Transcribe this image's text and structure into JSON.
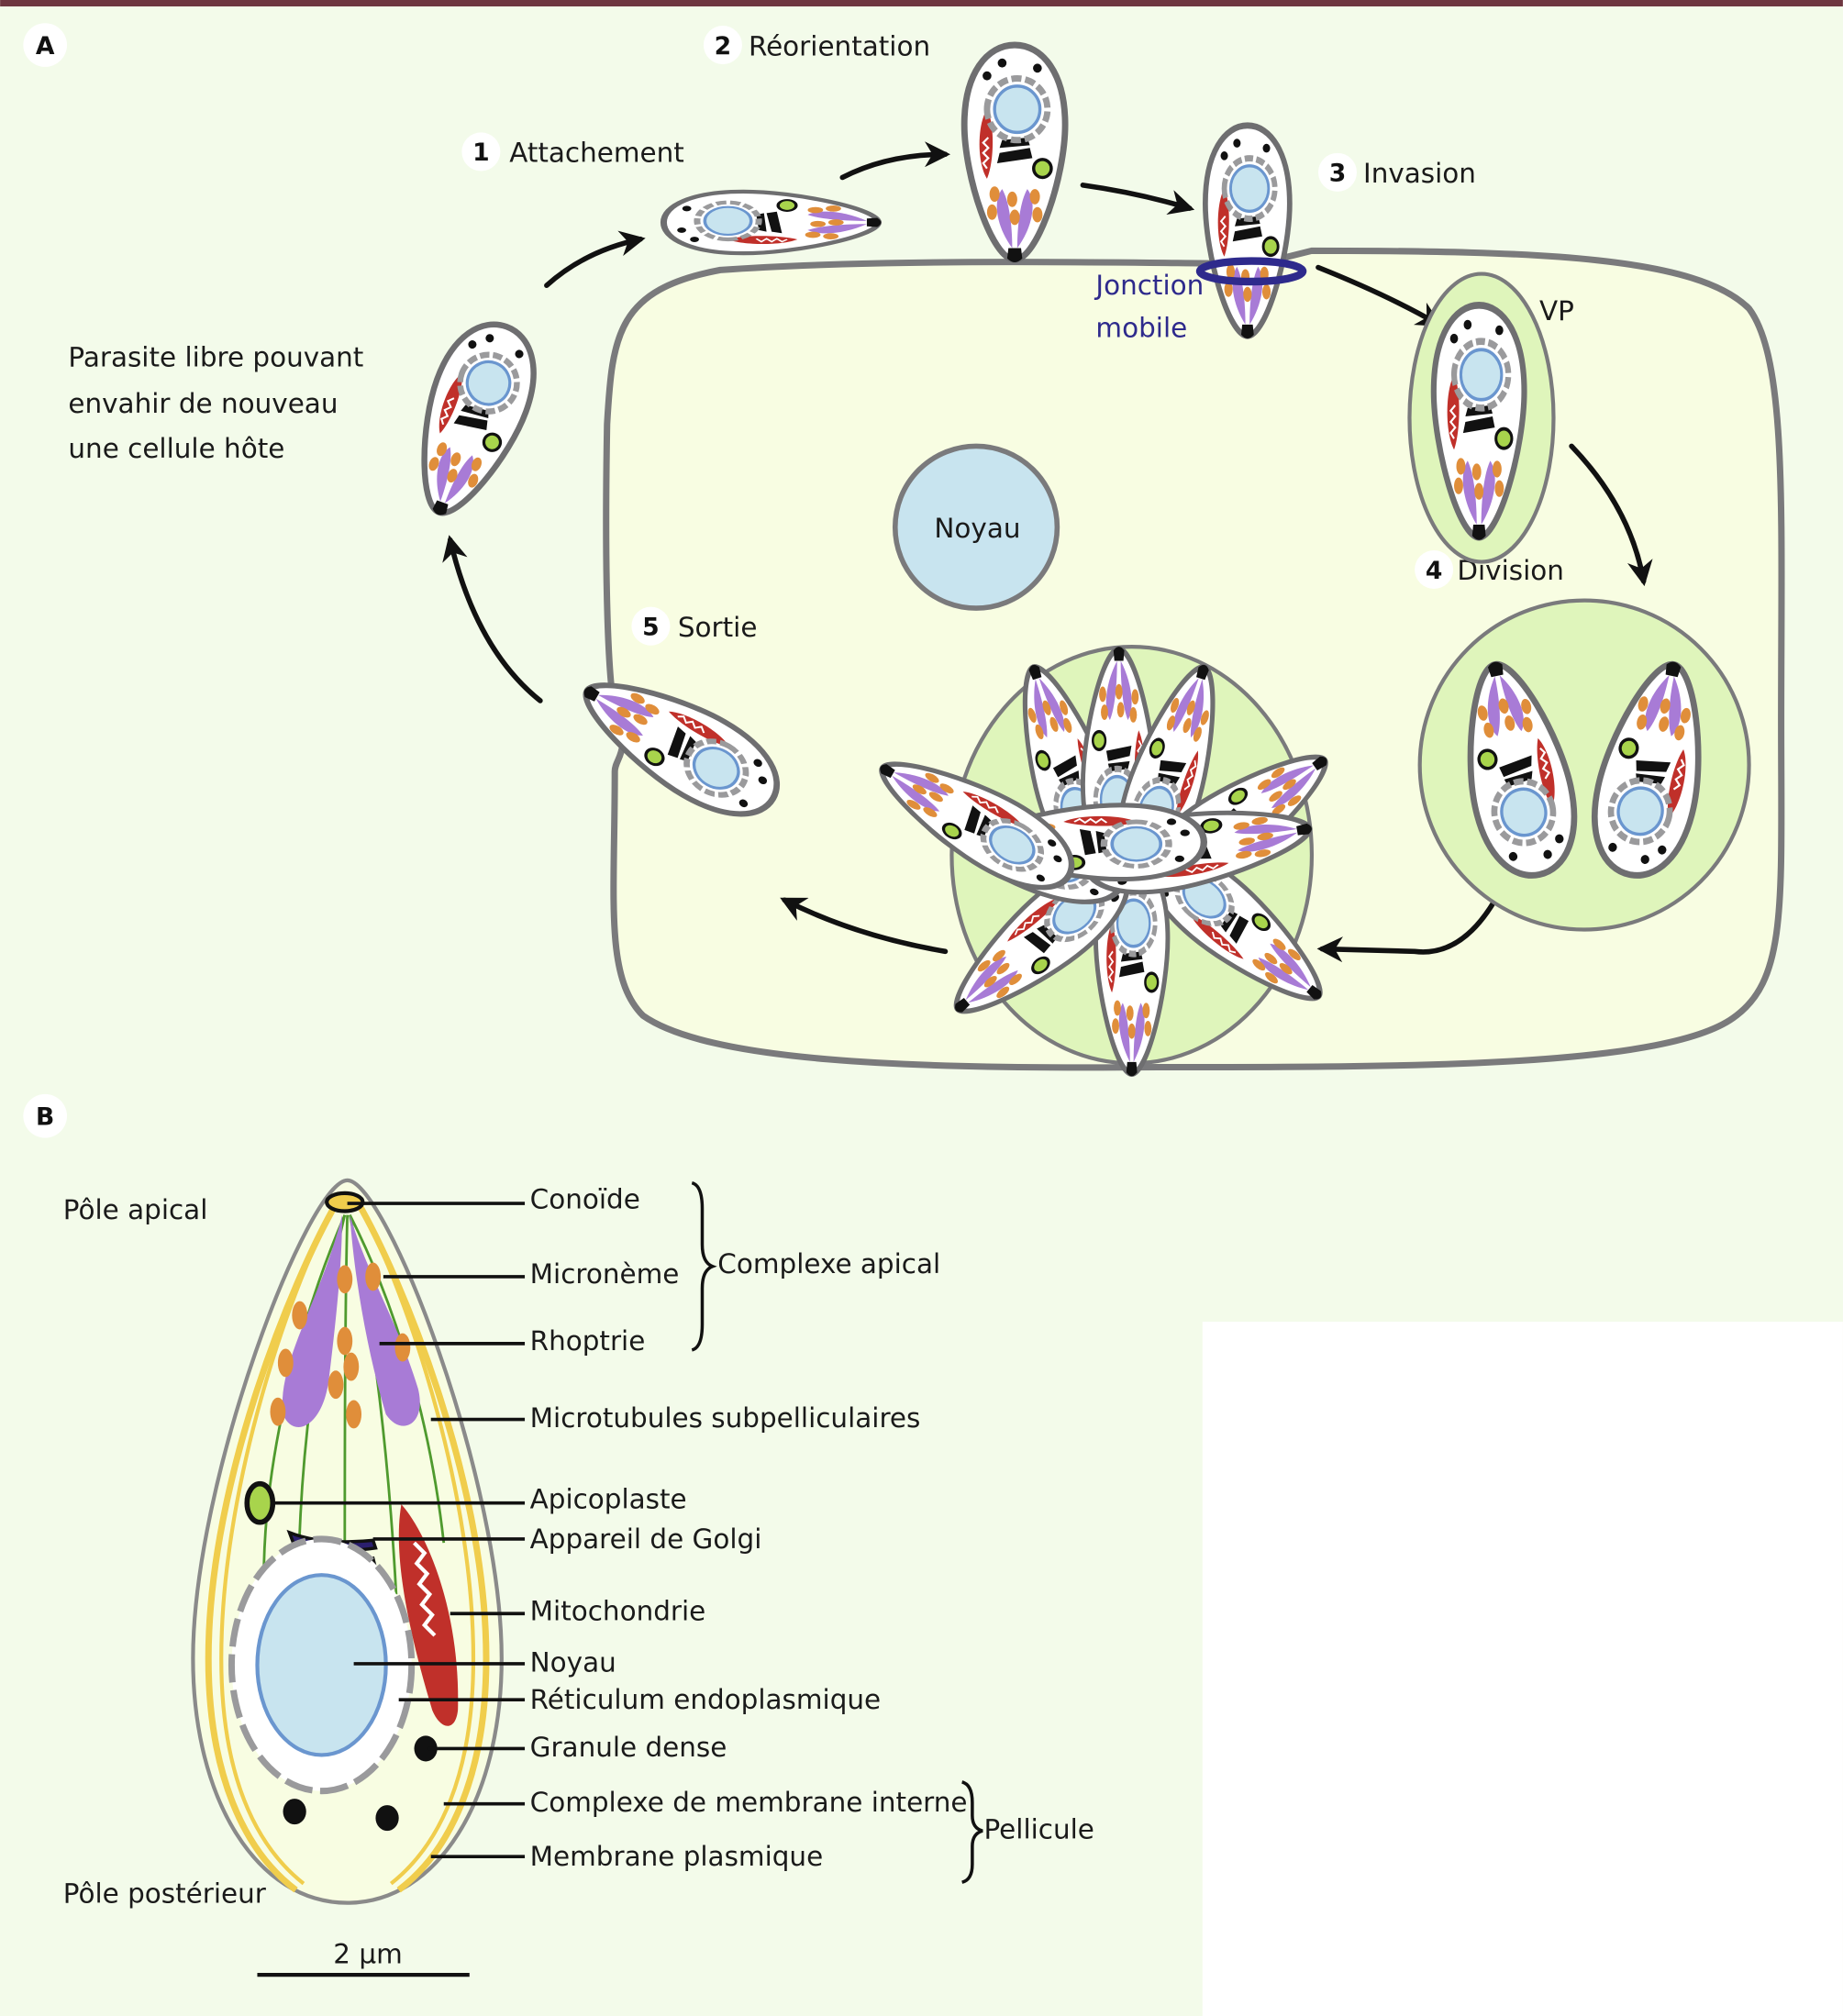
{
  "colors": {
    "top_bar": "#6e3640",
    "background": "#f3fbea",
    "host_cell_fill": "#f8fde2",
    "host_cell_stroke": "#7a7a7c",
    "host_nucleus": "#c8e4ef",
    "vacuole": "#dff5bb",
    "junction": "#2e2a8c",
    "rhoptry": "#a87bd6",
    "microneme": "#e08e3a",
    "mitochondrion": "#c0302a",
    "apicoplast": "#a8d44c",
    "golgi": "#2b1f6e",
    "pellicle": "#f0cd4c",
    "microtubules": "#4f9a2e",
    "er": "#9a9a9c"
  },
  "panel_a": {
    "badge": "A",
    "steps": [
      {
        "number": "1",
        "label": "Attachement"
      },
      {
        "number": "2",
        "label": "Réorientation"
      },
      {
        "number": "3",
        "label": "Invasion"
      },
      {
        "number": "4",
        "label": "Division"
      },
      {
        "number": "5",
        "label": "Sortie"
      }
    ],
    "free_parasite_text": [
      "Parasite libre pouvant",
      "envahir de nouveau",
      "une cellule hôte"
    ],
    "host_nucleus_label": "Noyau",
    "junction_label": [
      "Jonction",
      "mobile"
    ],
    "vacuole_label": "VP"
  },
  "panel_b": {
    "badge": "B",
    "pole_apical": "Pôle apical",
    "pole_posterior": "Pôle postérieur",
    "scale_bar": "2 µm",
    "labels": [
      "Conoïde",
      "Micronème",
      "Rhoptrie",
      "Microtubules subpelliculaires",
      "Apicoplaste",
      "Appareil de Golgi",
      "Mitochondrie",
      "Noyau",
      "Réticulum endoplasmique",
      "Granule dense",
      "Complexe de membrane interne",
      "Membrane plasmique"
    ],
    "groups": [
      {
        "label": "Complexe apical"
      },
      {
        "label": "Pellicule"
      }
    ]
  }
}
